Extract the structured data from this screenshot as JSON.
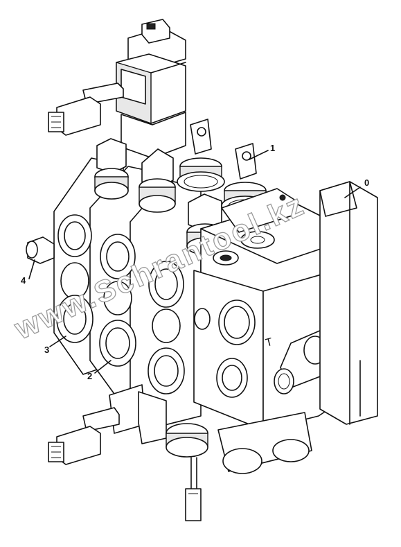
{
  "callouts": [
    {
      "id": "0",
      "text": "0"
    },
    {
      "id": "1",
      "text": "1"
    },
    {
      "id": "2",
      "text": "2"
    },
    {
      "id": "3",
      "text": "3"
    },
    {
      "id": "4",
      "text": "4"
    }
  ],
  "watermark": "www.Schrantool.kz",
  "housing_mark": "T"
}
